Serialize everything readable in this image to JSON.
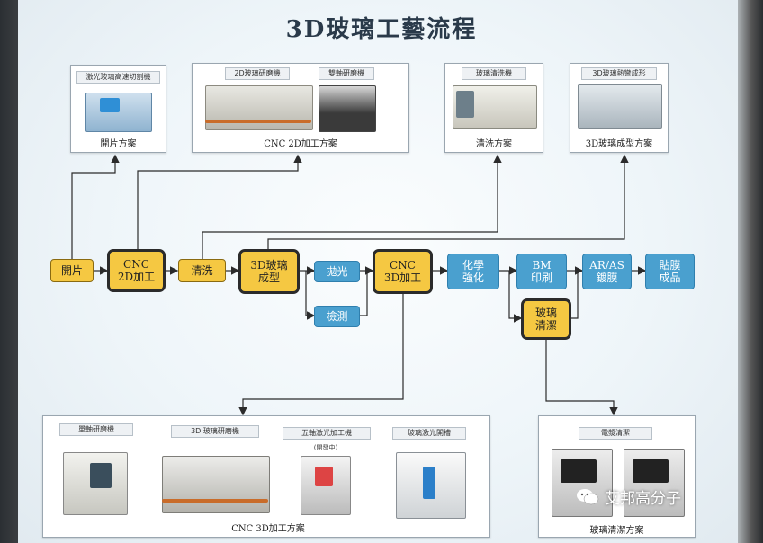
{
  "title": "3D玻璃工藝流程",
  "top_cards": [
    {
      "tags": [
        "激光玻璃高速切割機"
      ],
      "caption": "開片方案"
    },
    {
      "tags": [
        "2D玻璃研磨機",
        "雙軸研磨機"
      ],
      "caption": "CNC 2D加工方案"
    },
    {
      "tags": [
        "玻璃清洗機"
      ],
      "caption": "清洗方案"
    },
    {
      "tags": [
        "3D玻璃熱彎成形"
      ],
      "caption": "3D玻璃成型方案"
    }
  ],
  "nodes": {
    "kaipian": "開片",
    "cnc2d": "CNC\n2D加工",
    "qingxi": "清洗",
    "chengxing": "3D玻璃\n成型",
    "paoguang": "拋光",
    "jiance": "檢測",
    "cnc3d": "CNC\n3D加工",
    "huaxue": "化學\n強化",
    "bm": "BM\n印刷",
    "ar": "AR/AS\n鍍膜",
    "tiemo": "貼膜\n成品",
    "boliqingjie": "玻璃\n清潔"
  },
  "bottom_cards": [
    {
      "tags": [
        "單軸研磨機",
        "3D 玻璃研磨機",
        "五軸激光加工機",
        "玻璃激光開槽"
      ],
      "note": "(開發中)",
      "caption": "CNC 3D加工方案"
    },
    {
      "tags": [
        "電漿清潔"
      ],
      "caption": "玻璃清潔方案"
    }
  ],
  "watermark": "艾邦高分子",
  "colors": {
    "yellow_node": "#f5c842",
    "blue_node": "#4aa0cf",
    "line": "#2b2b2b"
  }
}
